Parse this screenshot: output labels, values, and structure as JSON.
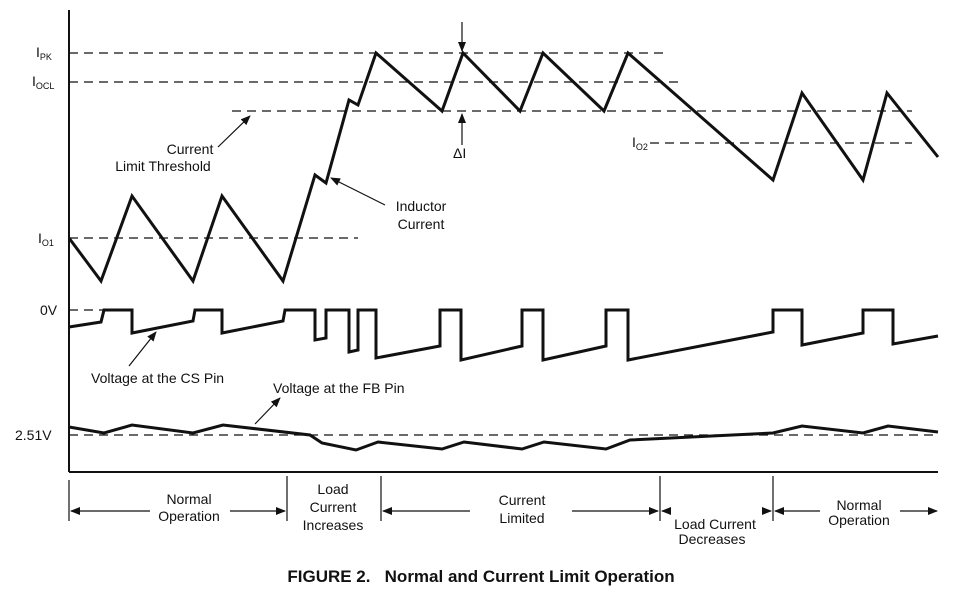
{
  "labels": {
    "ipk_main": "I",
    "ipk_sub": "PK",
    "iocl_main": "I",
    "iocl_sub": "OCL",
    "io1_main": "I",
    "io1_sub": "O1",
    "io2_main": "I",
    "io2_sub": "O2",
    "zero_v": "0V",
    "v251": "2.51V",
    "delta_i": "ΔI",
    "current_limit_line1": "Current",
    "current_limit_line2": "Limit Threshold",
    "inductor_line1": "Inductor",
    "inductor_line2": "Current",
    "cs_pin": "Voltage at the CS Pin",
    "fb_pin": "Voltage at the FB Pin"
  },
  "phases": [
    {
      "line1": "Normal",
      "line2": "Operation",
      "line3": ""
    },
    {
      "line1": "Load",
      "line2": "Current",
      "line3": "Increases"
    },
    {
      "line1": "Current",
      "line2": "Limited",
      "line3": ""
    },
    {
      "line1": "Load Current",
      "line2": "Decreases",
      "line3": ""
    },
    {
      "line1": "Normal",
      "line2": "Operation",
      "line3": ""
    }
  ],
  "caption": "FIGURE 2.   Normal and Current Limit Operation"
}
